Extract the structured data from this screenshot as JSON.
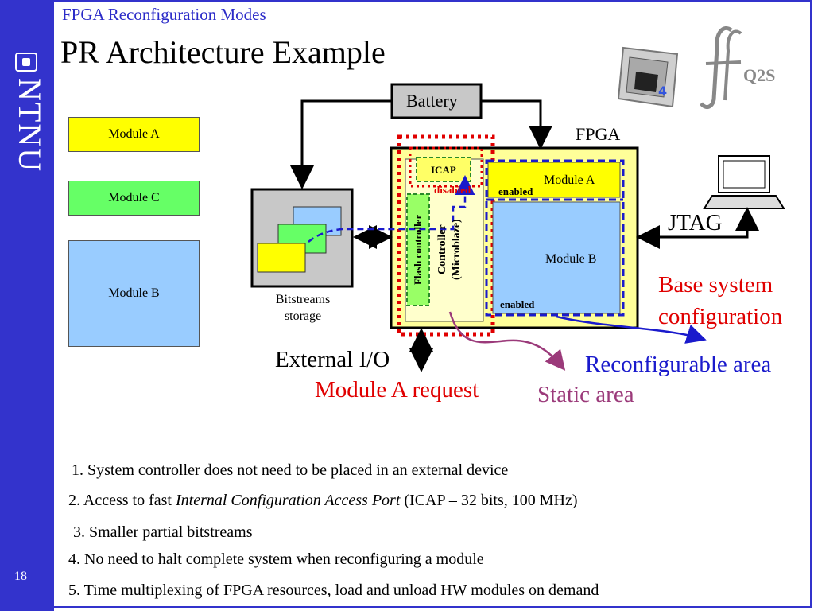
{
  "sidebar": {
    "brand": "NTNU",
    "page_number": "18"
  },
  "header": {
    "subtitle": "FPGA Reconfiguration Modes",
    "title": "PR Architecture Example"
  },
  "left_modules": {
    "module_a": "Module A",
    "module_c": "Module C",
    "module_b": "Module B"
  },
  "diagram": {
    "battery": "Battery",
    "fpga": "FPGA",
    "icap": "ICAP",
    "disabled": "disabled",
    "enabled_top": "enabled",
    "enabled_bottom": "enabled",
    "module_a": "Module A",
    "module_b": "Module B",
    "flash_controller": "Flash controller",
    "controller_line1": "Controller",
    "controller_line2": "(Microblaze)",
    "bitstreams_line1": "Bitstreams",
    "bitstreams_line2": "storage",
    "jtag": "JTAG",
    "external_io": "External I/O",
    "module_a_request": "Module A request",
    "static_area": "Static area",
    "reconfigurable_area": "Reconfigurable area",
    "base_system_line1": "Base system",
    "base_system_line2": "configuration",
    "q2s": "Q2S"
  },
  "bullets": {
    "b1": "1. System controller does not need to be placed in an external device",
    "b2_pre": "2. Access to fast ",
    "b2_italic": "Internal Configuration Access Port",
    "b2_post": " (ICAP – 32 bits, 100 MHz)",
    "b3": "3. Smaller partial bitstreams",
    "b4": "4. No need to halt complete system when reconfiguring a module",
    "b5": "5. Time multiplexing of FPGA resources, load and unload HW modules on demand"
  },
  "colors": {
    "sidebar": "#3333cc",
    "module_a": "#ffff00",
    "module_c": "#66ff66",
    "module_b": "#99ccff",
    "fpga_fill": "#ffff99",
    "red_annotation": "#e00000",
    "blue_annotation": "#1a1acc",
    "purple_annotation": "#9b3a7a"
  }
}
